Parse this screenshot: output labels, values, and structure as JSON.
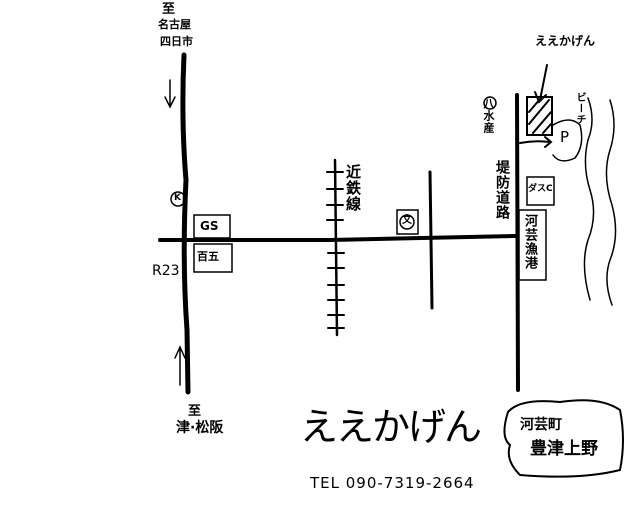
{
  "north": {
    "to": "至",
    "cities": [
      "名古屋",
      "四日市"
    ]
  },
  "south": {
    "to": "至",
    "cities": "津·松阪"
  },
  "route_label": "R23",
  "police_symbol": "K",
  "gas_station": "GS",
  "bank": "百五",
  "railway": "近鉄線",
  "school_symbol": "文",
  "shop_pointer": "ええかげん",
  "fishery": "八水産",
  "embankment_road": "堤防道路",
  "parking": "P",
  "beach": "ビーチ",
  "small_shop": "ダスC",
  "port": "河芸漁港",
  "logo": "ええかげん",
  "tel": "TEL 090-7319-2664",
  "address": {
    "town": "河芸町",
    "area": "豊津上野"
  }
}
